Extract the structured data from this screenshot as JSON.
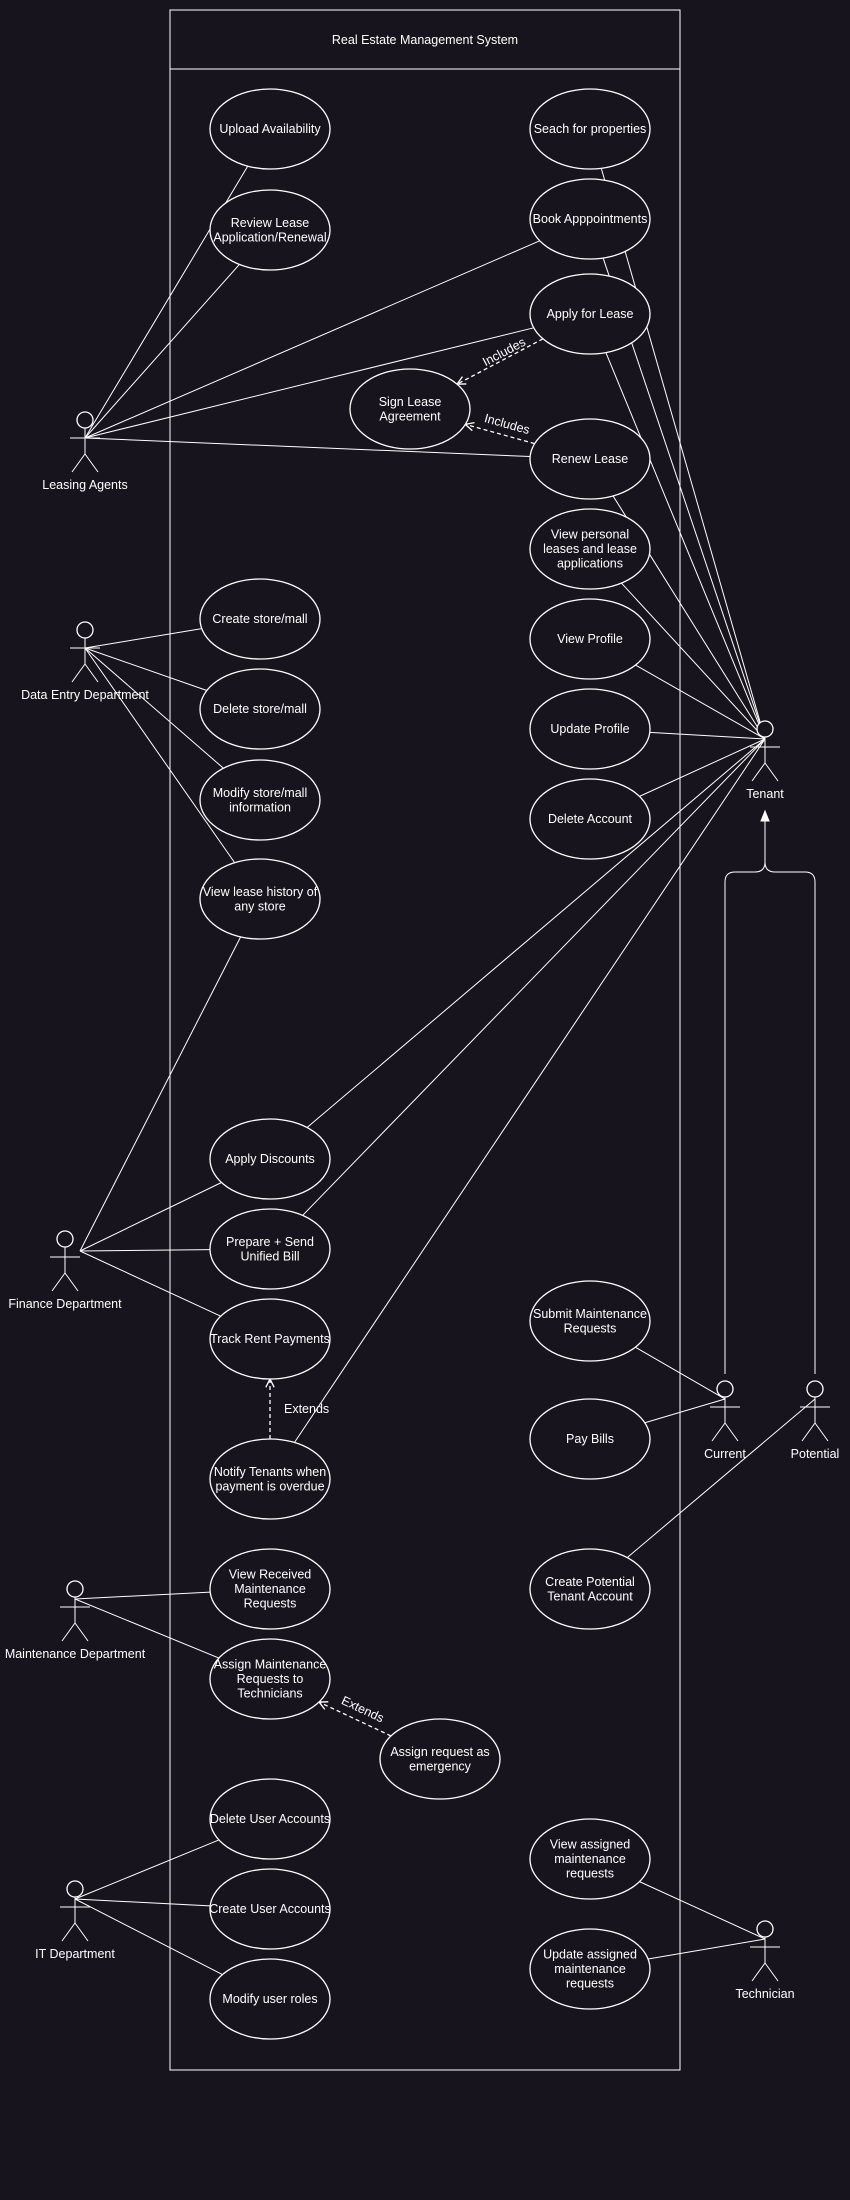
{
  "colors": {
    "background": "#18141d",
    "stroke": "#ffffff",
    "text": "#ffffff"
  },
  "system": {
    "title": "Real Estate Management System"
  },
  "actors": [
    {
      "id": "leasing",
      "label": "Leasing Agents"
    },
    {
      "id": "dataentry",
      "label": "Data Entry Department"
    },
    {
      "id": "finance",
      "label": "Finance Department"
    },
    {
      "id": "maintenance",
      "label": "Maintenance Department"
    },
    {
      "id": "it",
      "label": "IT Department"
    },
    {
      "id": "tenant",
      "label": "Tenant"
    },
    {
      "id": "current",
      "label": "Current"
    },
    {
      "id": "potential",
      "label": "Potential"
    },
    {
      "id": "technician",
      "label": "Technician"
    }
  ],
  "use_cases": [
    {
      "id": "upload",
      "lines": [
        "Upload Availability"
      ]
    },
    {
      "id": "review",
      "lines": [
        "Review Lease",
        "Application/Renewal"
      ]
    },
    {
      "id": "search",
      "lines": [
        "Seach for properties"
      ]
    },
    {
      "id": "book",
      "lines": [
        "Book Apppointments"
      ]
    },
    {
      "id": "apply",
      "lines": [
        "Apply for Lease"
      ]
    },
    {
      "id": "sign",
      "lines": [
        "Sign Lease",
        "Agreement"
      ]
    },
    {
      "id": "renew",
      "lines": [
        "Renew Lease"
      ]
    },
    {
      "id": "viewleases",
      "lines": [
        "View personal",
        "leases and lease",
        "applications"
      ]
    },
    {
      "id": "viewprofile",
      "lines": [
        "View Profile"
      ]
    },
    {
      "id": "updateprofile",
      "lines": [
        "Update Profile"
      ]
    },
    {
      "id": "deleteaccount",
      "lines": [
        "Delete Account"
      ]
    },
    {
      "id": "createstore",
      "lines": [
        "Create store/mall"
      ]
    },
    {
      "id": "deletestore",
      "lines": [
        "Delete store/mall"
      ]
    },
    {
      "id": "modifystore",
      "lines": [
        "Modify store/mall",
        "information"
      ]
    },
    {
      "id": "leasehistory",
      "lines": [
        "View lease history of",
        "any store"
      ]
    },
    {
      "id": "discounts",
      "lines": [
        "Apply Discounts"
      ]
    },
    {
      "id": "bill",
      "lines": [
        "Prepare + Send",
        "Unified Bill"
      ]
    },
    {
      "id": "trackrent",
      "lines": [
        "Track Rent Payments"
      ]
    },
    {
      "id": "notify",
      "lines": [
        "Notify Tenants when",
        "payment is overdue"
      ]
    },
    {
      "id": "submitmaint",
      "lines": [
        "Submit Maintenance",
        "Requests"
      ]
    },
    {
      "id": "paybills",
      "lines": [
        "Pay Bills"
      ]
    },
    {
      "id": "createpotential",
      "lines": [
        "Create Potential",
        "Tenant Account"
      ]
    },
    {
      "id": "viewmaint",
      "lines": [
        "View Received",
        "Maintenance",
        "Requests"
      ]
    },
    {
      "id": "assignmaint",
      "lines": [
        "Assign Maintenance",
        "Requests to",
        "Technicians"
      ]
    },
    {
      "id": "emergency",
      "lines": [
        "Assign request as",
        "emergency"
      ]
    },
    {
      "id": "deleteusers",
      "lines": [
        "Delete User Accounts"
      ]
    },
    {
      "id": "createusers",
      "lines": [
        "Create User Accounts"
      ]
    },
    {
      "id": "modifyroles",
      "lines": [
        "Modify user roles"
      ]
    },
    {
      "id": "viewassigned",
      "lines": [
        "View assigned",
        "maintenance",
        "requests"
      ]
    },
    {
      "id": "updateassigned",
      "lines": [
        "Update assigned",
        "maintenance",
        "requests"
      ]
    }
  ],
  "associations": [
    [
      "leasing",
      "upload"
    ],
    [
      "leasing",
      "review"
    ],
    [
      "leasing",
      "book"
    ],
    [
      "leasing",
      "apply"
    ],
    [
      "leasing",
      "renew"
    ],
    [
      "tenant",
      "search"
    ],
    [
      "tenant",
      "book"
    ],
    [
      "tenant",
      "apply"
    ],
    [
      "tenant",
      "renew"
    ],
    [
      "tenant",
      "viewleases"
    ],
    [
      "tenant",
      "viewprofile"
    ],
    [
      "tenant",
      "updateprofile"
    ],
    [
      "tenant",
      "deleteaccount"
    ],
    [
      "tenant",
      "discounts"
    ],
    [
      "tenant",
      "bill"
    ],
    [
      "tenant",
      "notify"
    ],
    [
      "dataentry",
      "createstore"
    ],
    [
      "dataentry",
      "deletestore"
    ],
    [
      "dataentry",
      "modifystore"
    ],
    [
      "dataentry",
      "leasehistory"
    ],
    [
      "finance",
      "leasehistory"
    ],
    [
      "finance",
      "discounts"
    ],
    [
      "finance",
      "bill"
    ],
    [
      "finance",
      "trackrent"
    ],
    [
      "current",
      "submitmaint"
    ],
    [
      "current",
      "paybills"
    ],
    [
      "potential",
      "createpotential"
    ],
    [
      "maintenance",
      "viewmaint"
    ],
    [
      "maintenance",
      "assignmaint"
    ],
    [
      "it",
      "deleteusers"
    ],
    [
      "it",
      "createusers"
    ],
    [
      "it",
      "modifyroles"
    ],
    [
      "technician",
      "viewassigned"
    ],
    [
      "technician",
      "updateassigned"
    ]
  ],
  "relations": [
    {
      "from": "apply",
      "to": "sign",
      "label": "Includes"
    },
    {
      "from": "renew",
      "to": "sign",
      "label": "Includes"
    },
    {
      "from": "notify",
      "to": "trackrent",
      "label": "Extends"
    },
    {
      "from": "emergency",
      "to": "assignmaint",
      "label": "Extends"
    }
  ],
  "generalization": {
    "parent": "tenant",
    "children": [
      "current",
      "potential"
    ]
  }
}
